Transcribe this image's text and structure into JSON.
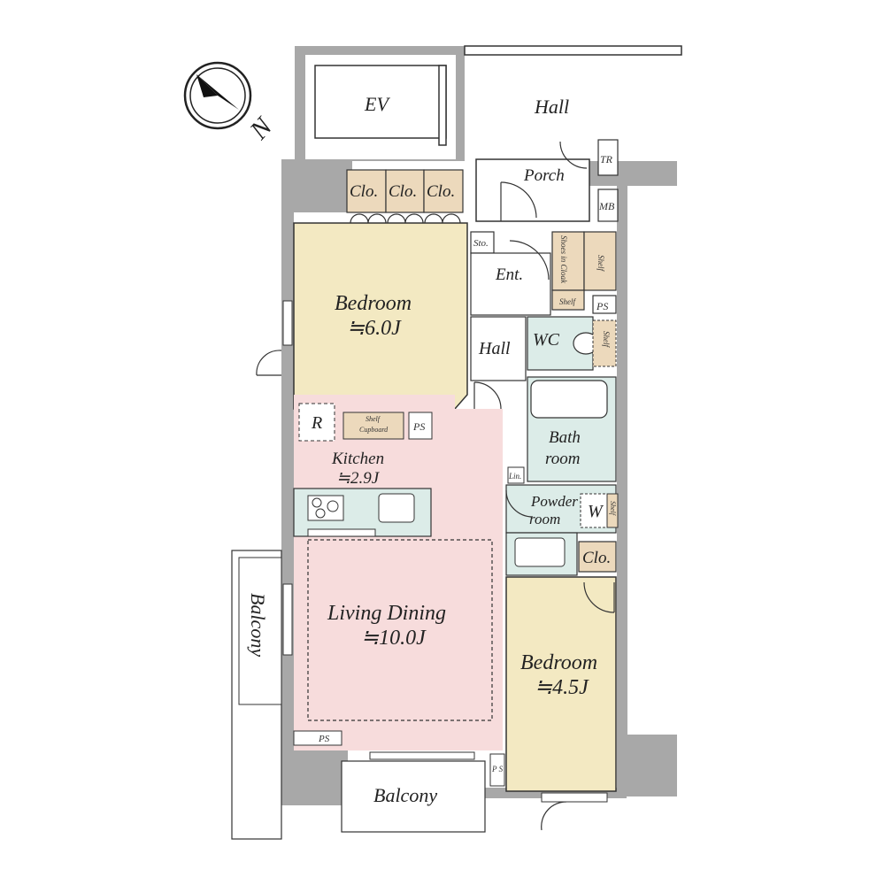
{
  "colors": {
    "wall": "#a8a8a8",
    "bedroom": "#f3e9c2",
    "living": "#f7dcdc",
    "wet": "#dcece8",
    "closet": "#ecd9bc",
    "line": "#333333"
  },
  "icons": {
    "compass": "north-arrow-icon"
  },
  "compass": {
    "letter": "N"
  },
  "rooms": {
    "ev": "EV",
    "hall_top": "Hall",
    "porch": "Porch",
    "tr": "TR",
    "mb": "MB",
    "clo1": "Clo.",
    "clo2": "Clo.",
    "clo3": "Clo.",
    "sto": "Sto.",
    "ent": "Ent.",
    "shoes": "Shoes in Cloak",
    "shelf_a": "Shelf",
    "shelf_b": "Shelf",
    "ps1": "PS",
    "bedroom1": "Bedroom",
    "bedroom1_size": "≒6.0J",
    "hall_mid": "Hall",
    "wc": "WC",
    "wc_shelf": "Shelf",
    "r": "R",
    "shelf_cupboard_1": "Shelf",
    "shelf_cupboard_2": "Cupboard",
    "ps2": "PS",
    "bath1": "Bath",
    "bath2": "room",
    "lin": "Lin.",
    "kitchen": "Kitchen",
    "kitchen_size": "≒2.9J",
    "powder1": "Powder",
    "powder2": "room",
    "w": "W",
    "w_shelf": "Shelf",
    "clo4": "Clo.",
    "living": "Living Dining",
    "living_size": "≒10.0J",
    "balcony_side": "Balcony",
    "bedroom2": "Bedroom",
    "bedroom2_size": "≒4.5J",
    "ps3": "PS",
    "ps4": "P S",
    "balcony_bottom": "Balcony"
  }
}
